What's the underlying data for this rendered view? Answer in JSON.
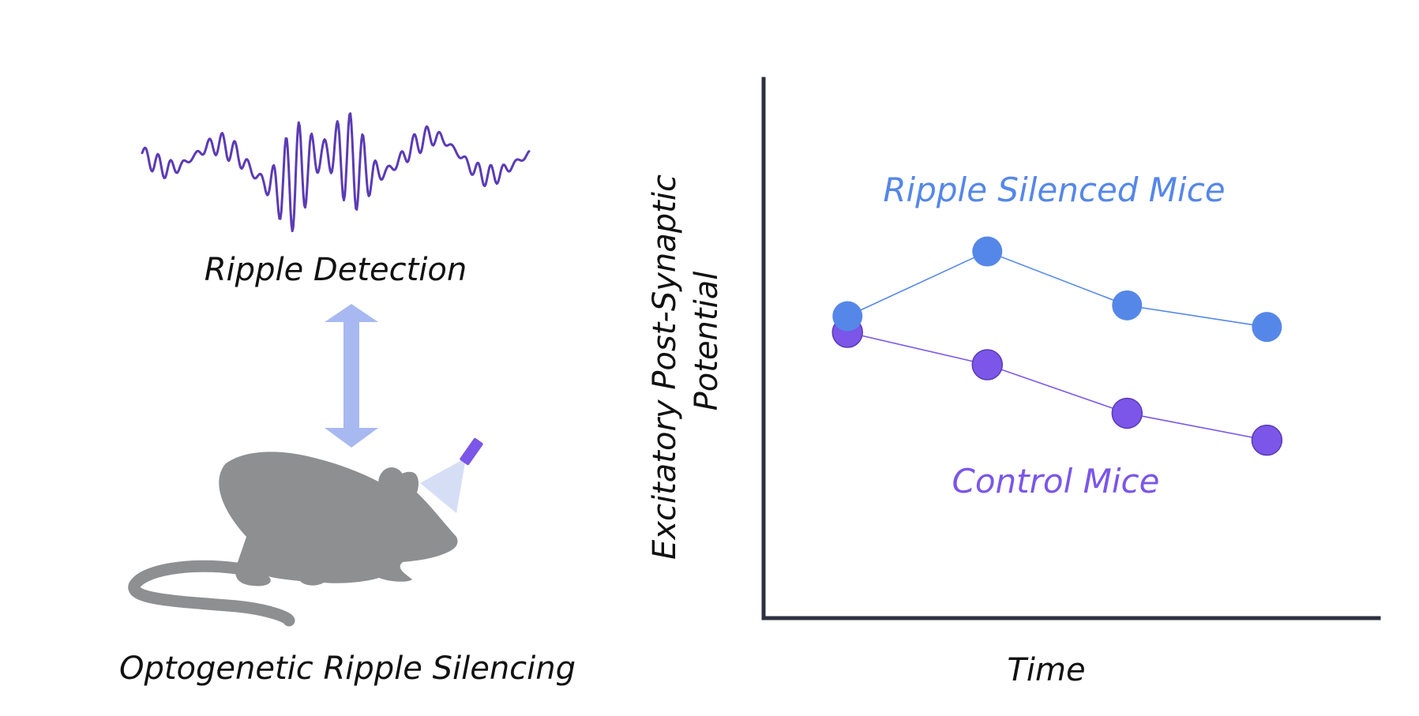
{
  "labels": {
    "ripple_detection": "Ripple Detection",
    "optogenetic_silencing": "Optogenetic Ripple Silencing",
    "y_axis_line1": "Excitatory Post-Synaptic",
    "y_axis_line2": "Potential",
    "x_axis": "Time",
    "series_silenced": "Ripple Silenced Mice",
    "series_control": "Control Mice"
  },
  "colors": {
    "signal_trace": "#5b3bb5",
    "silenced_series": "#5587e8",
    "control_series": "#7b56e8",
    "arrow": "#a7b9f0",
    "mouse": "#8e8f91",
    "light_cone": "#d6def6",
    "axis": "#2c3040",
    "text": "#111111"
  },
  "icons": {
    "mouse": "mouse-silhouette-icon",
    "laser": "laser-fiber-icon",
    "arrow": "double-arrow-icon"
  },
  "chart_data": {
    "type": "line",
    "x_values": [
      1,
      2,
      3,
      4
    ],
    "series": [
      {
        "name": "Ripple Silenced Mice",
        "values": [
          0.56,
          0.68,
          0.58,
          0.54
        ]
      },
      {
        "name": "Control Mice",
        "values": [
          0.53,
          0.47,
          0.38,
          0.33
        ]
      }
    ],
    "xlabel": "Time",
    "ylabel": "Excitatory Post-Synaptic Potential",
    "xlim": [
      0.4,
      4.8
    ],
    "ylim": [
      0,
      1
    ],
    "ticks": "none",
    "grid": false,
    "legend": "direct labels"
  }
}
